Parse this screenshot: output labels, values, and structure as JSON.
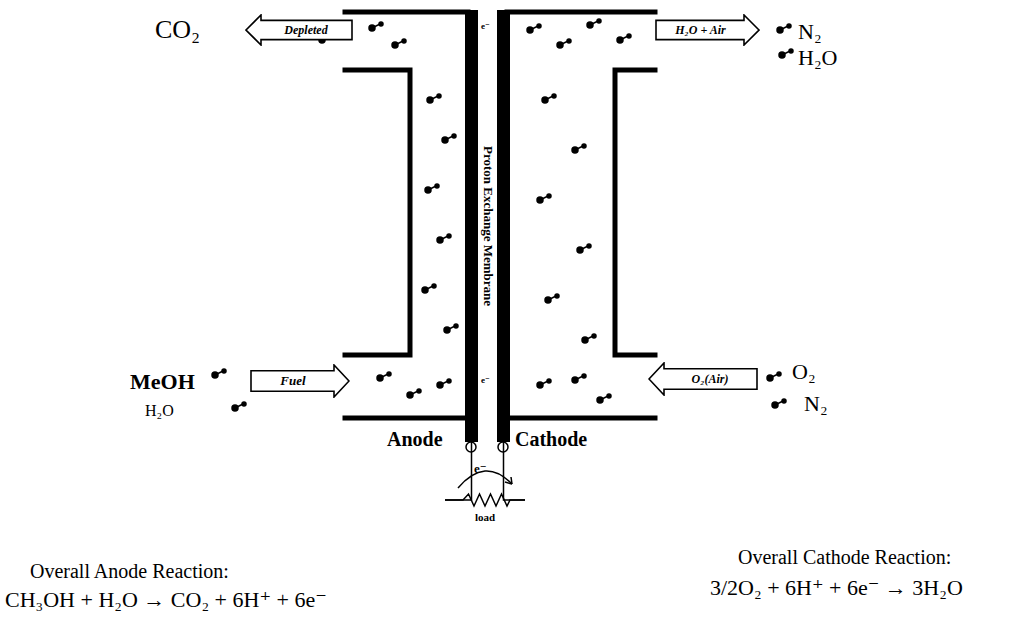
{
  "diagram": {
    "nodes": [
      {
        "text": [
          "Depleted"
        ]
      },
      {
        "text": [
          "Fuel"
        ]
      },
      {
        "text": [
          "Proton Exchange Membrane"
        ]
      },
      {
        "text": [
          "H₂O + Air"
        ]
      },
      {
        "text": [
          "O₂(Air)"
        ]
      },
      {
        "text": [
          "Anode"
        ]
      },
      {
        "text": [
          "Cathode"
        ]
      },
      {
        "text": [
          "load"
        ]
      }
    ],
    "edges": [
      {
        "from": 5,
        "to": 7,
        "arrow": "none"
      },
      {
        "from": 7,
        "to": 6,
        "arrow": "none"
      }
    ],
    "labels": [
      "CO₂",
      "MeOH",
      "H₂O",
      "N₂",
      "H₂O",
      "O₂",
      "N₂",
      "e⁻",
      "e⁻",
      "e⁻",
      "Overall Anode Reaction:",
      "CH₃OH + H₂O → CO₂ + 6H⁺ + 6e⁻",
      "Overall Cathode Reaction:",
      "3/2O₂ + 6H⁺ + 6e⁻ → 3H₂O"
    ]
  }
}
